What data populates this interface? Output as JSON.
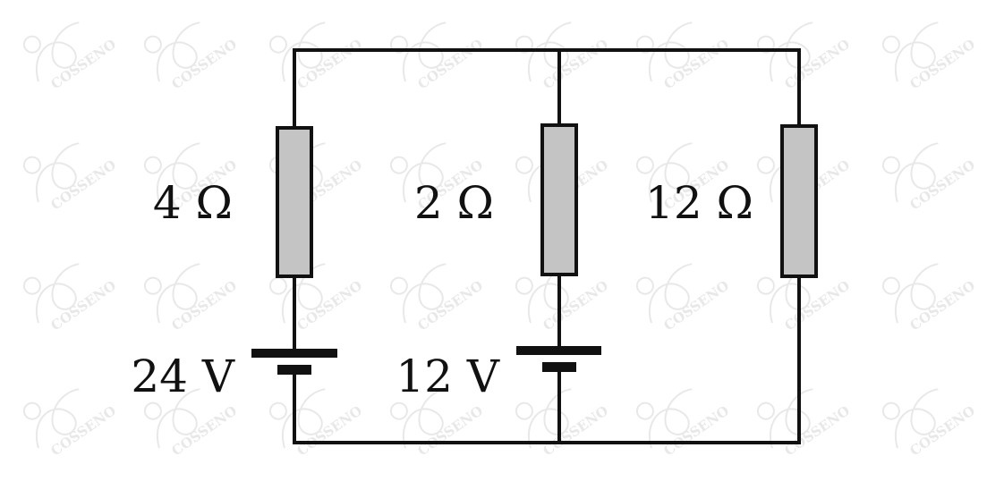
{
  "diagram": {
    "type": "circuit",
    "colors": {
      "wire": "#111111",
      "resistor_fill": "#c4c4c4",
      "background": "#ffffff",
      "watermark": "#e6e6e6"
    },
    "branches": [
      {
        "resistor": {
          "value_label": "4 Ω"
        },
        "battery": {
          "voltage_label": "24 V"
        }
      },
      {
        "resistor": {
          "value_label": "2 Ω"
        },
        "battery": {
          "voltage_label": "12 V"
        }
      },
      {
        "resistor": {
          "value_label": "12 Ω"
        }
      }
    ],
    "watermark": {
      "text": "COSSENO",
      "icon": "cosseno-logo-icon"
    }
  }
}
